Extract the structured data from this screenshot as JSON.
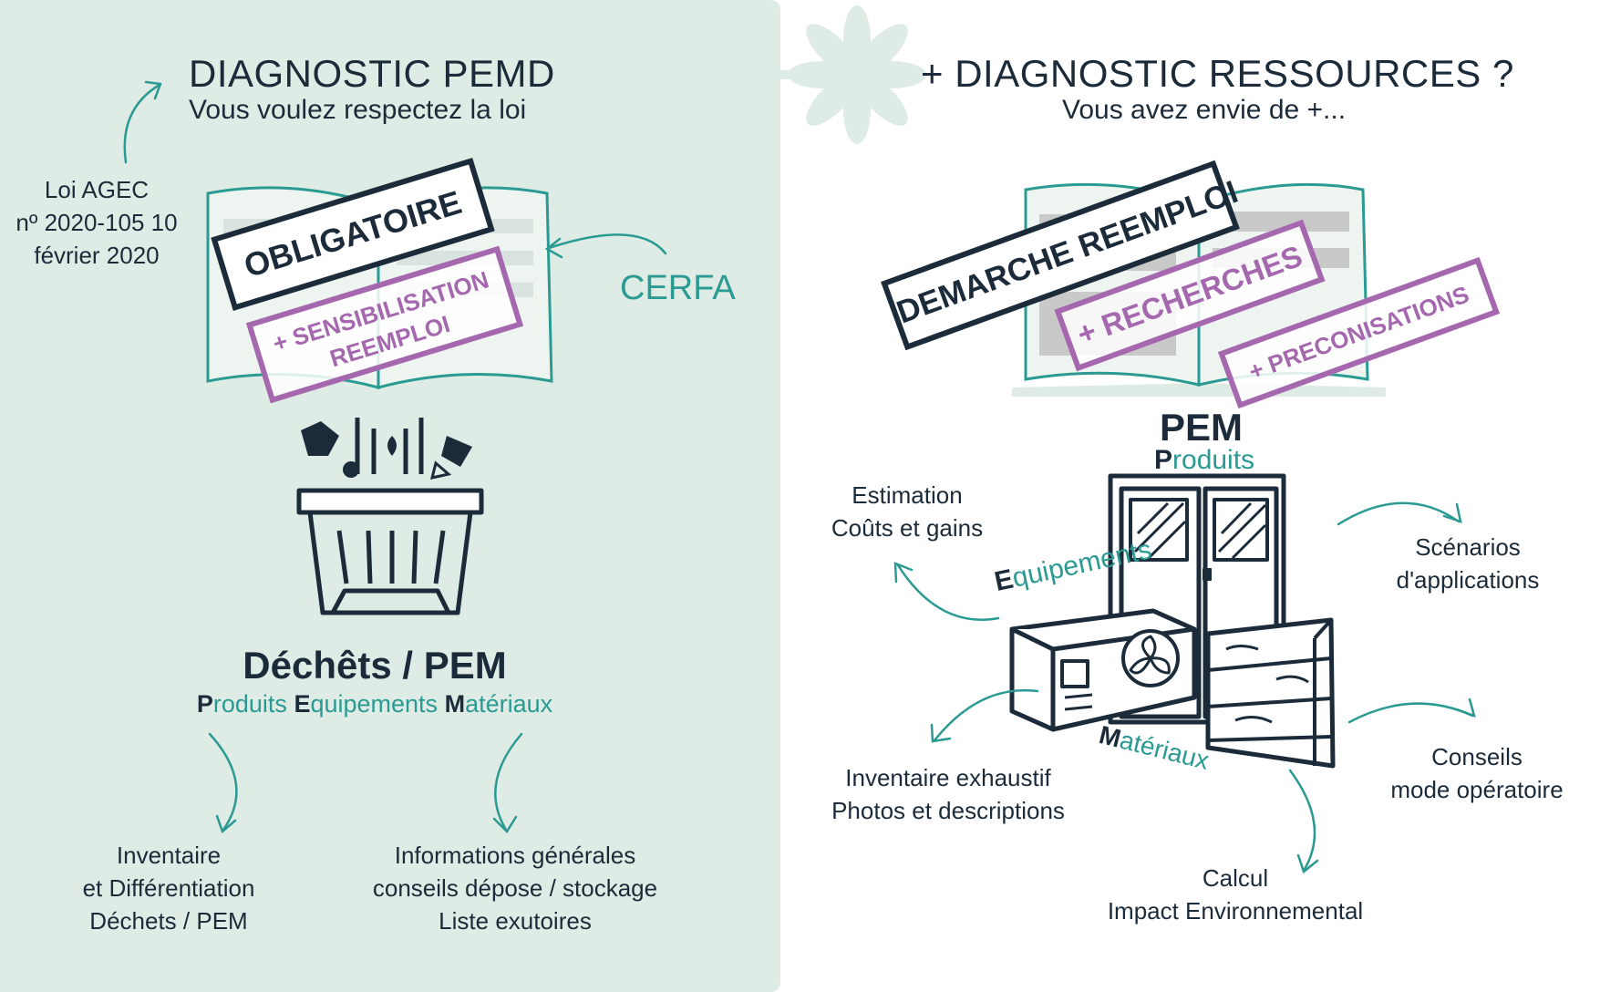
{
  "left": {
    "title": "DIAGNOSTIC PEMD",
    "subtitle": "Vous voulez respectez la loi",
    "law_lines": [
      "Loi AGEC",
      "nº 2020-105 10",
      "février 2020"
    ],
    "cerfa": "CERFA",
    "stamp_main": "OBLIGATOIRE",
    "stamp_secondary": [
      "+ SENSIBILISATION",
      "REEMPLOI"
    ],
    "heading": "Déchêts / PEM",
    "pem": [
      {
        "initial": "P",
        "rest": "roduits"
      },
      {
        "initial": "E",
        "rest": "quipements"
      },
      {
        "initial": "M",
        "rest": "atériaux"
      }
    ],
    "outputs": {
      "inventory": [
        "Inventaire",
        "et Différentiation",
        "Déchets / PEM"
      ],
      "info": [
        "Informations générales",
        "conseils dépose / stockage",
        "Liste exutoires"
      ]
    }
  },
  "right": {
    "title": "+ DIAGNOSTIC RESSOURCES ?",
    "subtitle": "Vous avez envie de +...",
    "stamp_main": "DEMARCHE REEMPLOI",
    "stamp_recherches": "+ RECHERCHES",
    "stamp_preconisations": "+ PRECONISATIONS",
    "heading": "PEM",
    "label_produits": {
      "initial": "P",
      "rest": "roduits"
    },
    "label_equipements": {
      "initial": "E",
      "rest": "quipements"
    },
    "label_materiaux": {
      "initial": "M",
      "rest": "atériaux"
    },
    "outputs": {
      "estimation": [
        "Estimation",
        "Coûts et gains"
      ],
      "scenarios": [
        "Scénarios",
        "d'applications"
      ],
      "inventaire": [
        "Inventaire exhaustif",
        "Photos et descriptions"
      ],
      "conseils": [
        "Conseils",
        "mode opératoire"
      ],
      "calcul": [
        "Calcul",
        "Impact Environnemental"
      ]
    }
  },
  "colors": {
    "navy": "#1c2b39",
    "teal": "#2a9a92",
    "purple": "#a567ae",
    "left_panel": "#dfece6",
    "book_fill": "#eef5f1",
    "asterisk": "#dfece6"
  }
}
